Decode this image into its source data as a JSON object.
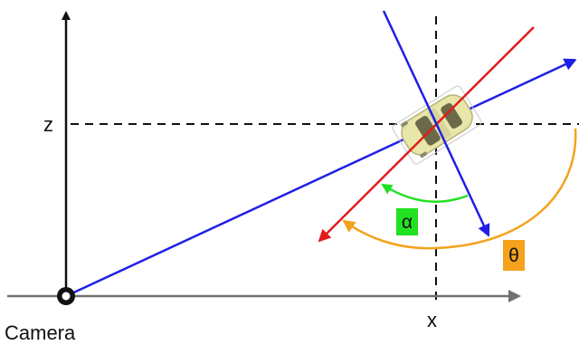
{
  "labels": {
    "z_axis": "z",
    "x_axis": "x",
    "camera": "Camera",
    "alpha": "α",
    "theta": "θ"
  },
  "colors": {
    "axis": "#111111",
    "ground_axis": "#707070",
    "dashed": "#111111",
    "blue": "#1f1fe6",
    "red": "#e21c1c",
    "green": "#22e022",
    "orange": "#f5a21c",
    "alpha_badge": "#22e022",
    "theta_badge": "#f5a21c",
    "car_body": "#e8e6a8",
    "car_dark": "#6a6a4a"
  },
  "icons": {
    "camera": "camera-ring-icon",
    "object": "car-top-view-icon"
  }
}
